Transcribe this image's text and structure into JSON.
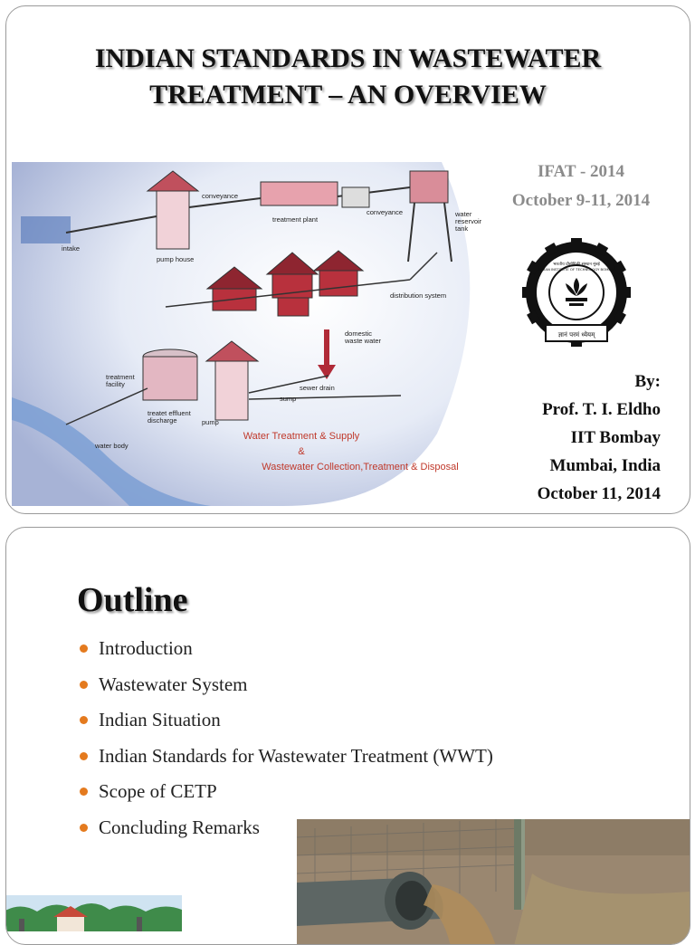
{
  "slide1": {
    "title_line1": "INDIAN STANDARDS IN WASTEWATER",
    "title_line2": "TREATMENT – AN OVERVIEW",
    "event_name": "IFAT - 2014",
    "event_dates": "October 9-11, 2014",
    "byline": [
      "By:",
      "Prof. T. I.  Eldho",
      "IIT Bombay",
      "Mumbai, India",
      "October 11, 2014"
    ],
    "diagram": {
      "labels": {
        "conveyance_top": "conveyance",
        "treatment_plant": "treatment plant",
        "conveyance_right": "conveyance",
        "reservoir_1": "water",
        "reservoir_2": "reservoir",
        "reservoir_3": "tank",
        "intake": "intake",
        "pump_house": "pump house",
        "distribution": "distribution system",
        "domestic_1": "domestic",
        "domestic_2": "waste water",
        "treatment_facility_1": "treatment",
        "treatment_facility_2": "facility",
        "sump": "sump",
        "sewer_drain": "sewer drain",
        "effluent_1": "treatet effluent",
        "effluent_2": "discharge",
        "pump": "pump",
        "water_body": "water body"
      },
      "caption_line1": "Water Treatment & Supply",
      "caption_line2": "&",
      "caption_line3": "Wastewater Collection,Treatment & Disposal"
    },
    "logo": {
      "hindi_text": "भारतीय प्रौद्योगिकी संस्थान मुंबई",
      "english_text": "INDIAN INSTITUTE OF TECHNOLOGY BOMBAY",
      "motto": "ज्ञानं परमं ध्येयम्"
    }
  },
  "slide2": {
    "title": "Outline",
    "items": [
      "Introduction",
      "Wastewater System",
      "Indian Situation",
      "Indian Standards for Wastewater Treatment (WWT)",
      "Scope of CETP",
      "Concluding Remarks"
    ]
  },
  "colors": {
    "bullet": "#e47a1e",
    "event_text": "#8b8b8b",
    "diagram_caption": "#c0392b",
    "diagram_bg": "#c9d6ec"
  }
}
